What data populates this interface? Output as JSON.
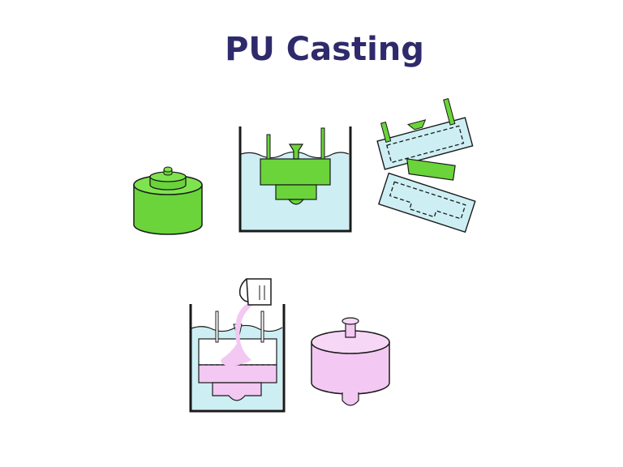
{
  "title": "PU Casting",
  "colors": {
    "title": "#2e2a6b",
    "master": "#6ad43a",
    "master_dark": "#4cab22",
    "silicone": "#cdeff4",
    "pu": "#f3c8f2",
    "pu_dark": "#e6a8e7",
    "stroke": "#1a1a1a"
  },
  "steps": [
    {
      "name": "master-model"
    },
    {
      "name": "silicone-mold-casting"
    },
    {
      "name": "mold-cut-open"
    },
    {
      "name": "pu-resin-pouring"
    },
    {
      "name": "pu-cast-part"
    }
  ]
}
